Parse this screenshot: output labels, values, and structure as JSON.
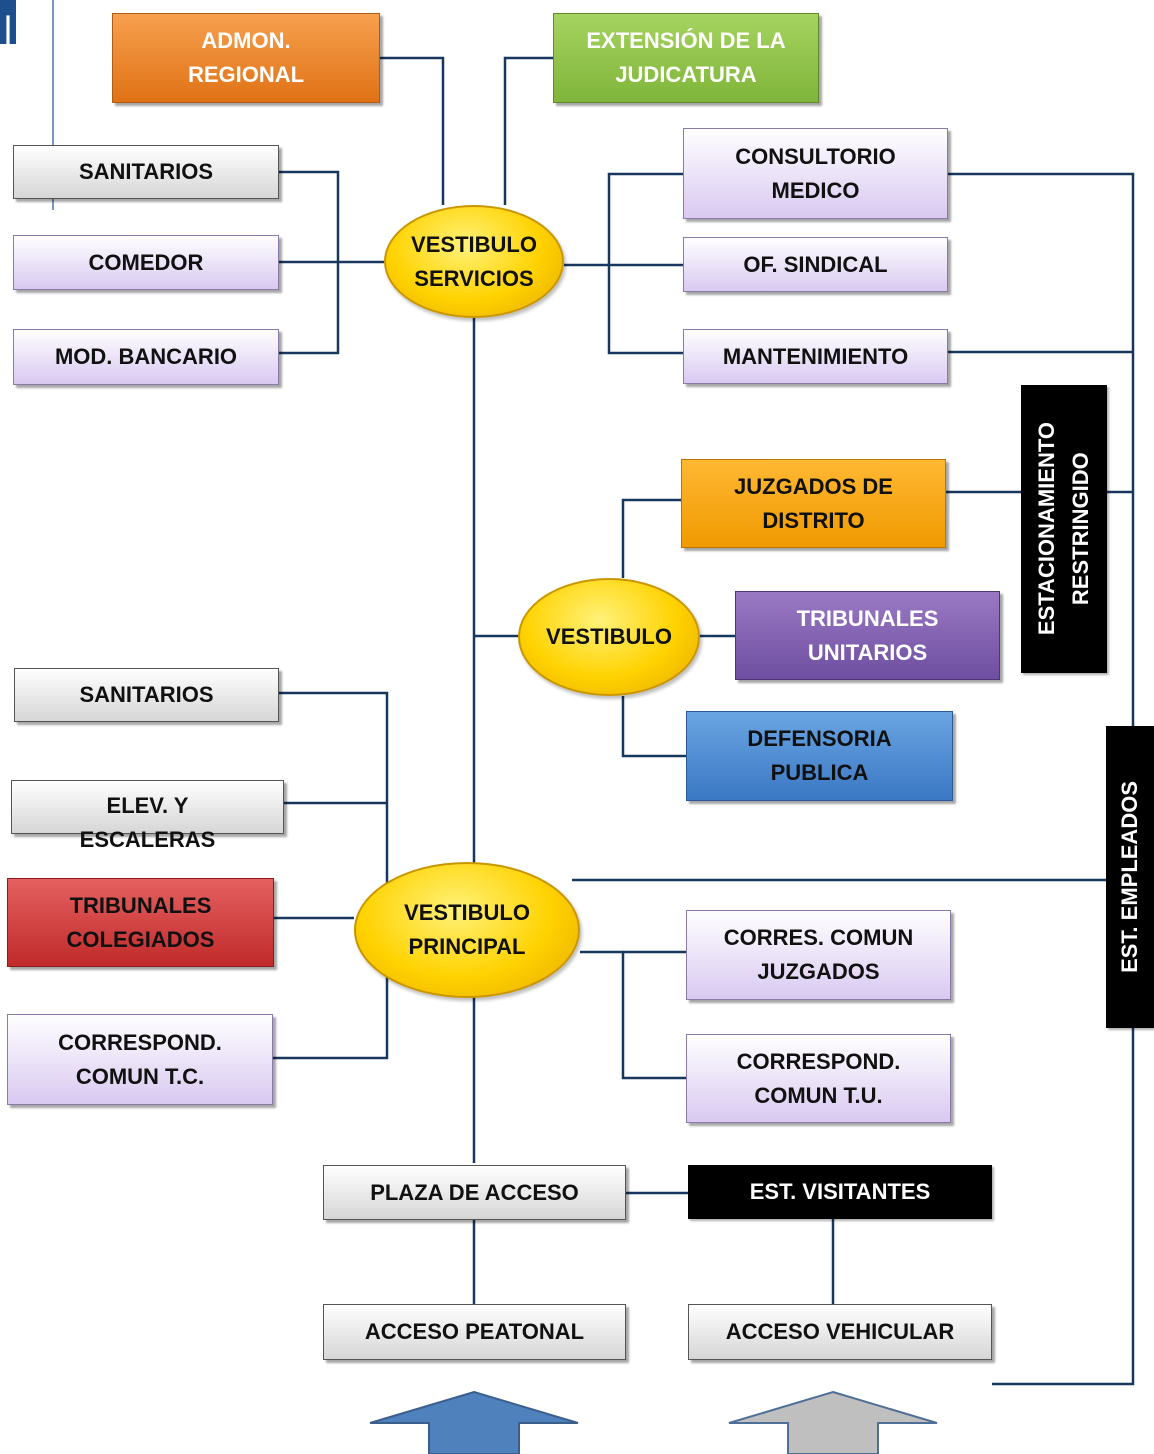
{
  "nodes": {
    "admon_regional": "ADMON.\nREGIONAL",
    "extension_judicatura": "EXTENSIÓN DE LA\nJUDICATURA",
    "sanitarios_top": "SANITARIOS",
    "comedor": "COMEDOR",
    "mod_bancario": "MOD. BANCARIO",
    "vestibulo_servicios": "VESTIBULO\nSERVICIOS",
    "consultorio_medico": "CONSULTORIO\nMEDICO",
    "of_sindical": "OF. SINDICAL",
    "mantenimiento": "MANTENIMIENTO",
    "estacionamiento_restringido": "ESTACIONAMIENTO\nRESTRINGIDO",
    "juzgados_distrito": "JUZGADOS DE\nDISTRITO",
    "vestibulo": "VESTIBULO",
    "tribunales_unitarios": "TRIBUNALES\nUNITARIOS",
    "defensoria_publica": "DEFENSORIA\nPUBLICA",
    "sanitarios_bottom": "SANITARIOS",
    "elev_escaleras": "ELEV. Y\nESCALERAS",
    "tribunales_colegiados": "TRIBUNALES\nCOLEGIADOS",
    "vestibulo_principal": "VESTIBULO\nPRINCIPAL",
    "est_empleados": "EST. EMPLEADOS",
    "corres_comun_juzgados": "CORRES. COMUN\nJUZGADOS",
    "correspond_comun_tc": "CORRESPOND.\nCOMUN T.C.",
    "correspond_comun_tu": "CORRESPOND.\nCOMUN T.U.",
    "plaza_acceso": "PLAZA DE ACCESO",
    "est_visitantes": "EST. VISITANTES",
    "acceso_peatonal": "ACCESO PEATONAL",
    "acceso_vehicular": "ACCESO VEHICULAR"
  },
  "colors": {
    "lines": "#17375e",
    "arrow_peatonal": "#4f81bd",
    "arrow_vehicular": "#bfbfbf"
  }
}
